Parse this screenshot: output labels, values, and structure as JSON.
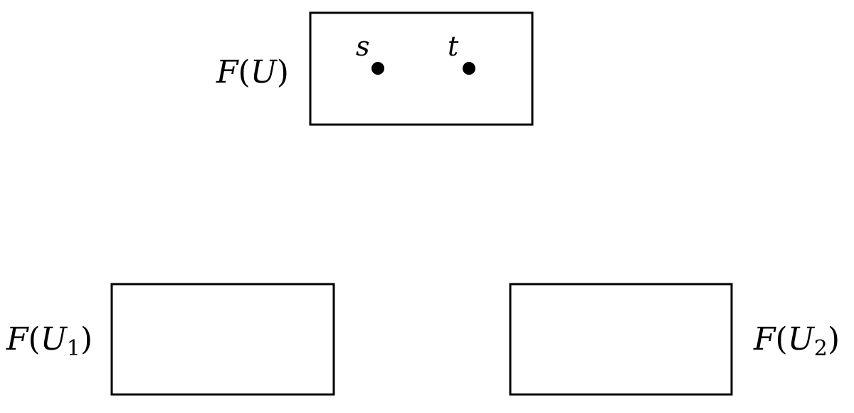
{
  "sheaf": {
    "top": {
      "func": "F",
      "open": "(",
      "set": "U",
      "close": ")"
    },
    "left": {
      "func": "F",
      "open": "(",
      "set": "U",
      "index": "1",
      "close": ")"
    },
    "right": {
      "func": "F",
      "open": "(",
      "set": "U",
      "index": "2",
      "close": ")"
    }
  },
  "sections": {
    "s_label": "s",
    "t_label": "t"
  }
}
